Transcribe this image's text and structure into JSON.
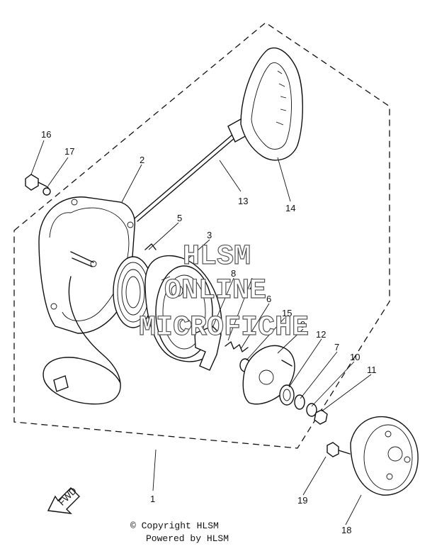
{
  "watermark": {
    "line1": "HLSM",
    "line2": "ONLINE",
    "line3": "MICROFICHE"
  },
  "footer": {
    "copyright": "© Copyright HLSM",
    "powered": "Powered by HLSM"
  },
  "direction_label": "FWD",
  "callouts": {
    "p1": "1",
    "p2": "2",
    "p3": "3",
    "p4": "4",
    "p5": "5",
    "p6": "6",
    "p7": "7",
    "p8": "8",
    "p9": "9",
    "p10": "10",
    "p11": "11",
    "p12": "12",
    "p13": "13",
    "p14": "14",
    "p15": "15",
    "p16": "16",
    "p17": "17",
    "p18": "18",
    "p19": "19"
  }
}
